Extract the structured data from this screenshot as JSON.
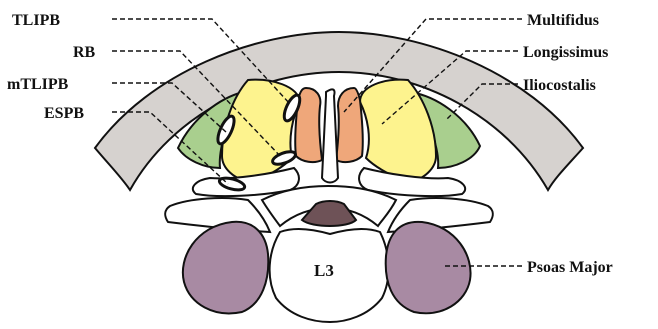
{
  "labels": {
    "tlipb": "TLIPB",
    "rb": "RB",
    "mtlipb": "mTLIPB",
    "espb": "ESPB",
    "multifidus": "Multifidus",
    "longissimus": "Longissimus",
    "iliocostalis": "Iliocostalis",
    "psoas": "Psoas Major",
    "vertebra": "L3"
  },
  "colors": {
    "skin": "#d6d2cf",
    "multifidus": "#efa77a",
    "longissimus": "#fdf38e",
    "iliocostalis": "#a9cf8e",
    "psoas": "#a88aa3",
    "canal": "#6e5257",
    "outline": "#111111",
    "bone": "#ffffff"
  }
}
